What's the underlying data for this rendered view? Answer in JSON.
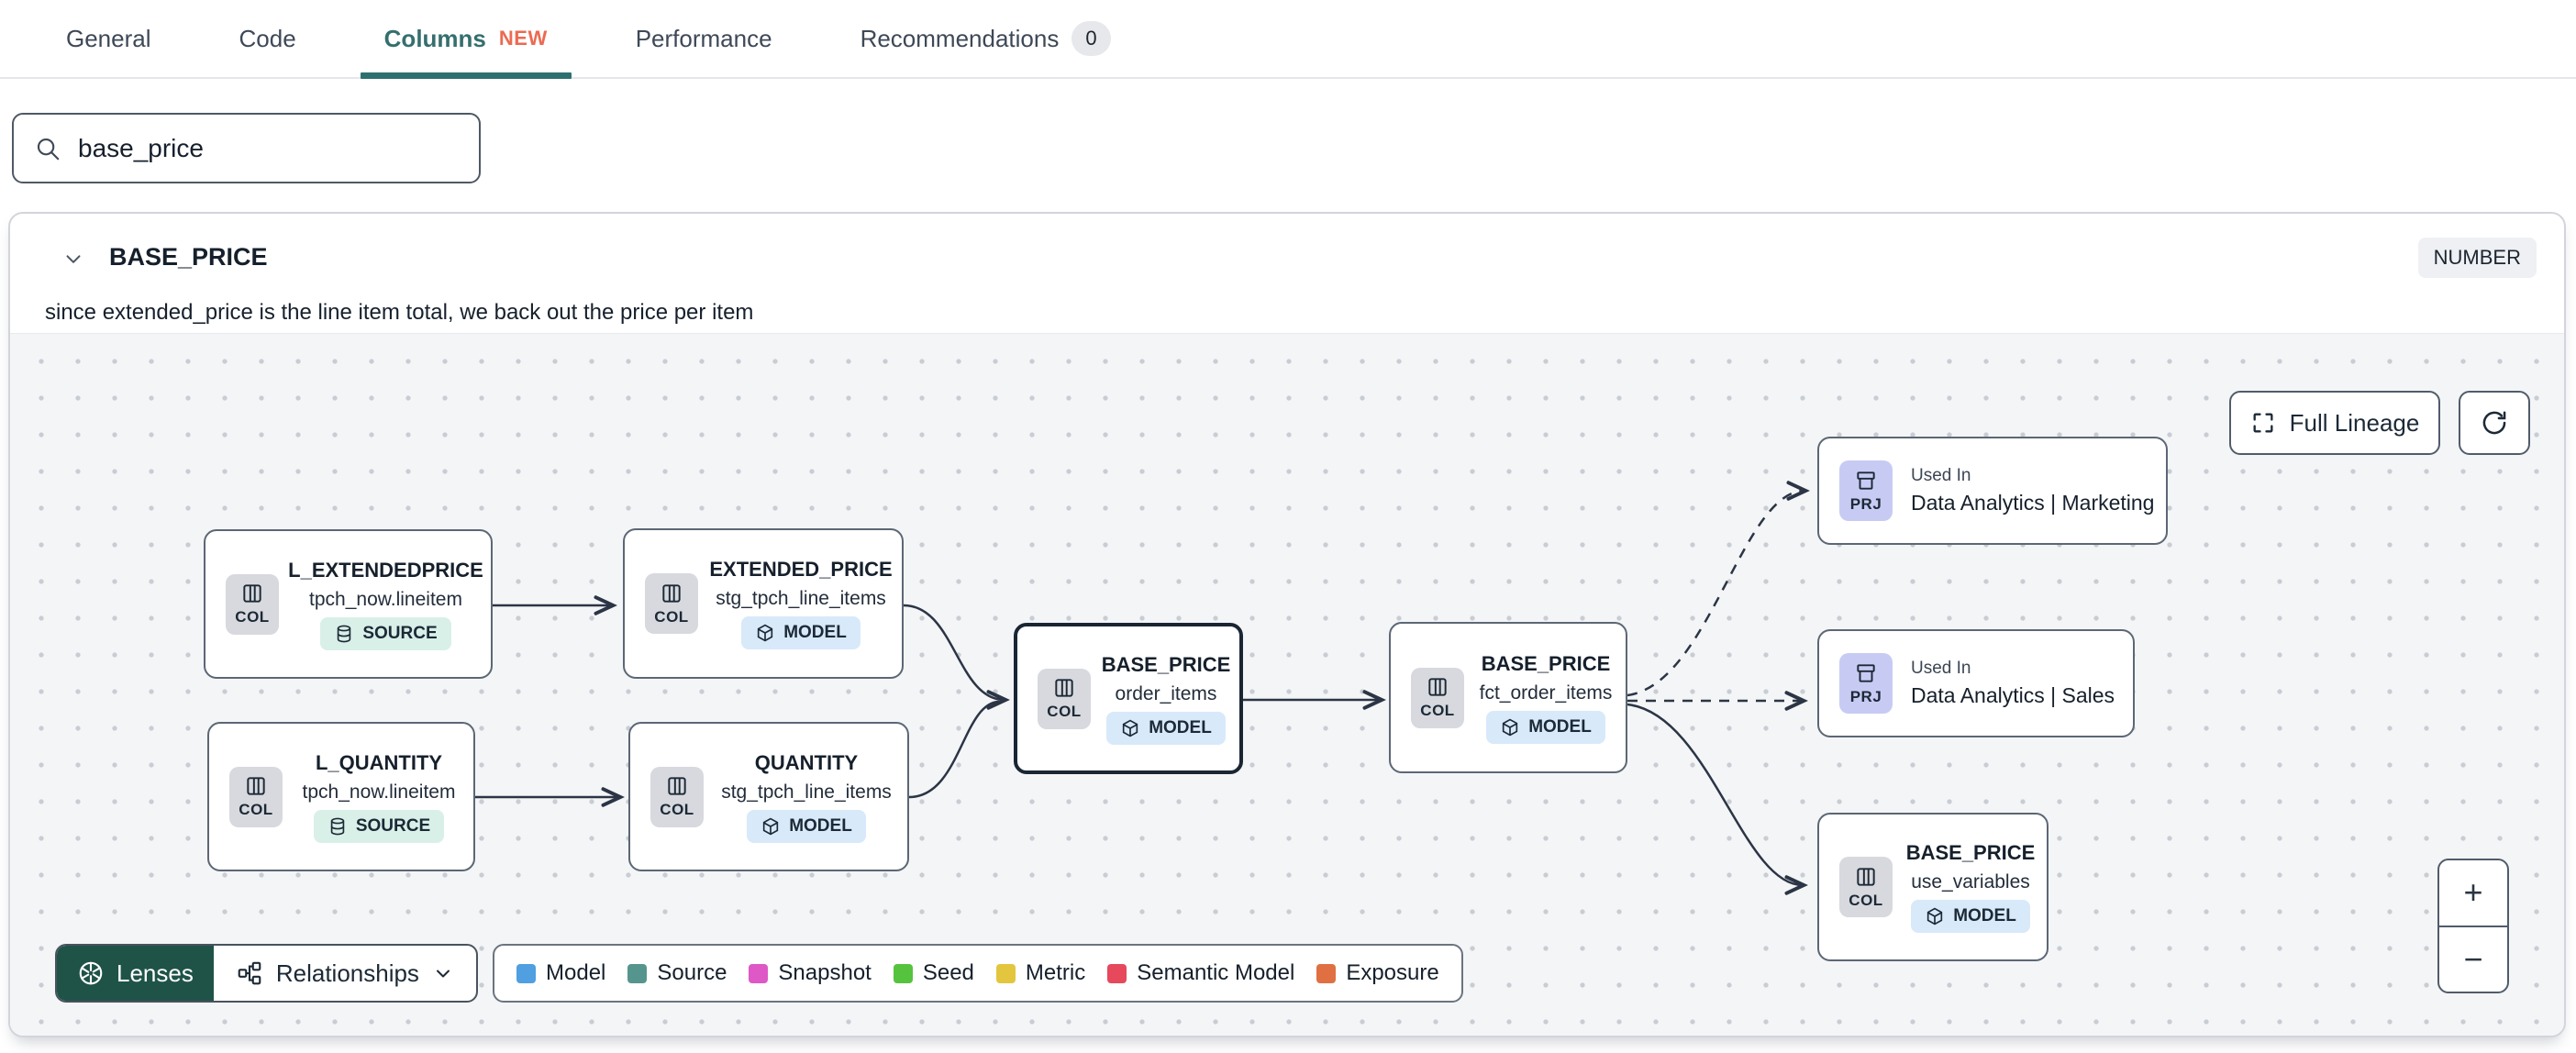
{
  "tabs": [
    {
      "label": "General"
    },
    {
      "label": "Code"
    },
    {
      "label": "Columns",
      "badge": "NEW"
    },
    {
      "label": "Performance"
    },
    {
      "label": "Recommendations",
      "count": "0"
    }
  ],
  "search": {
    "value": "base_price"
  },
  "column": {
    "name": "BASE_PRICE",
    "type": "NUMBER",
    "description": "since extended_price is the line item total, we back out the price per item"
  },
  "lineage": {
    "full_lineage_label": "Full Lineage",
    "zoom_in": "+",
    "zoom_out": "−",
    "lenses_label": "Lenses",
    "relationships_label": "Relationships",
    "nodes": [
      {
        "chip": "COL",
        "title": "L_EXTENDEDPRICE",
        "subtitle": "tpch_now.lineitem",
        "badge": "SOURCE"
      },
      {
        "chip": "COL",
        "title": "L_QUANTITY",
        "subtitle": "tpch_now.lineitem",
        "badge": "SOURCE"
      },
      {
        "chip": "COL",
        "title": "EXTENDED_PRICE",
        "subtitle": "stg_tpch_line_items",
        "badge": "MODEL"
      },
      {
        "chip": "COL",
        "title": "QUANTITY",
        "subtitle": "stg_tpch_line_items",
        "badge": "MODEL"
      },
      {
        "chip": "COL",
        "title": "BASE_PRICE",
        "subtitle": "order_items",
        "badge": "MODEL"
      },
      {
        "chip": "COL",
        "title": "BASE_PRICE",
        "subtitle": "fct_order_items",
        "badge": "MODEL"
      },
      {
        "chip": "PRJ",
        "kicker": "Used In",
        "title": "Data Analytics | Marketing"
      },
      {
        "chip": "PRJ",
        "kicker": "Used In",
        "title": "Data Analytics | Sales"
      },
      {
        "chip": "COL",
        "title": "BASE_PRICE",
        "subtitle": "use_variables",
        "badge": "MODEL"
      }
    ],
    "legend": [
      {
        "label": "Model",
        "color": "#4f9fe1"
      },
      {
        "label": "Source",
        "color": "#55958e"
      },
      {
        "label": "Snapshot",
        "color": "#de58c6"
      },
      {
        "label": "Seed",
        "color": "#56c33e"
      },
      {
        "label": "Metric",
        "color": "#e3c63e"
      },
      {
        "label": "Semantic Model",
        "color": "#e6485c"
      },
      {
        "label": "Exposure",
        "color": "#e07042"
      }
    ]
  }
}
